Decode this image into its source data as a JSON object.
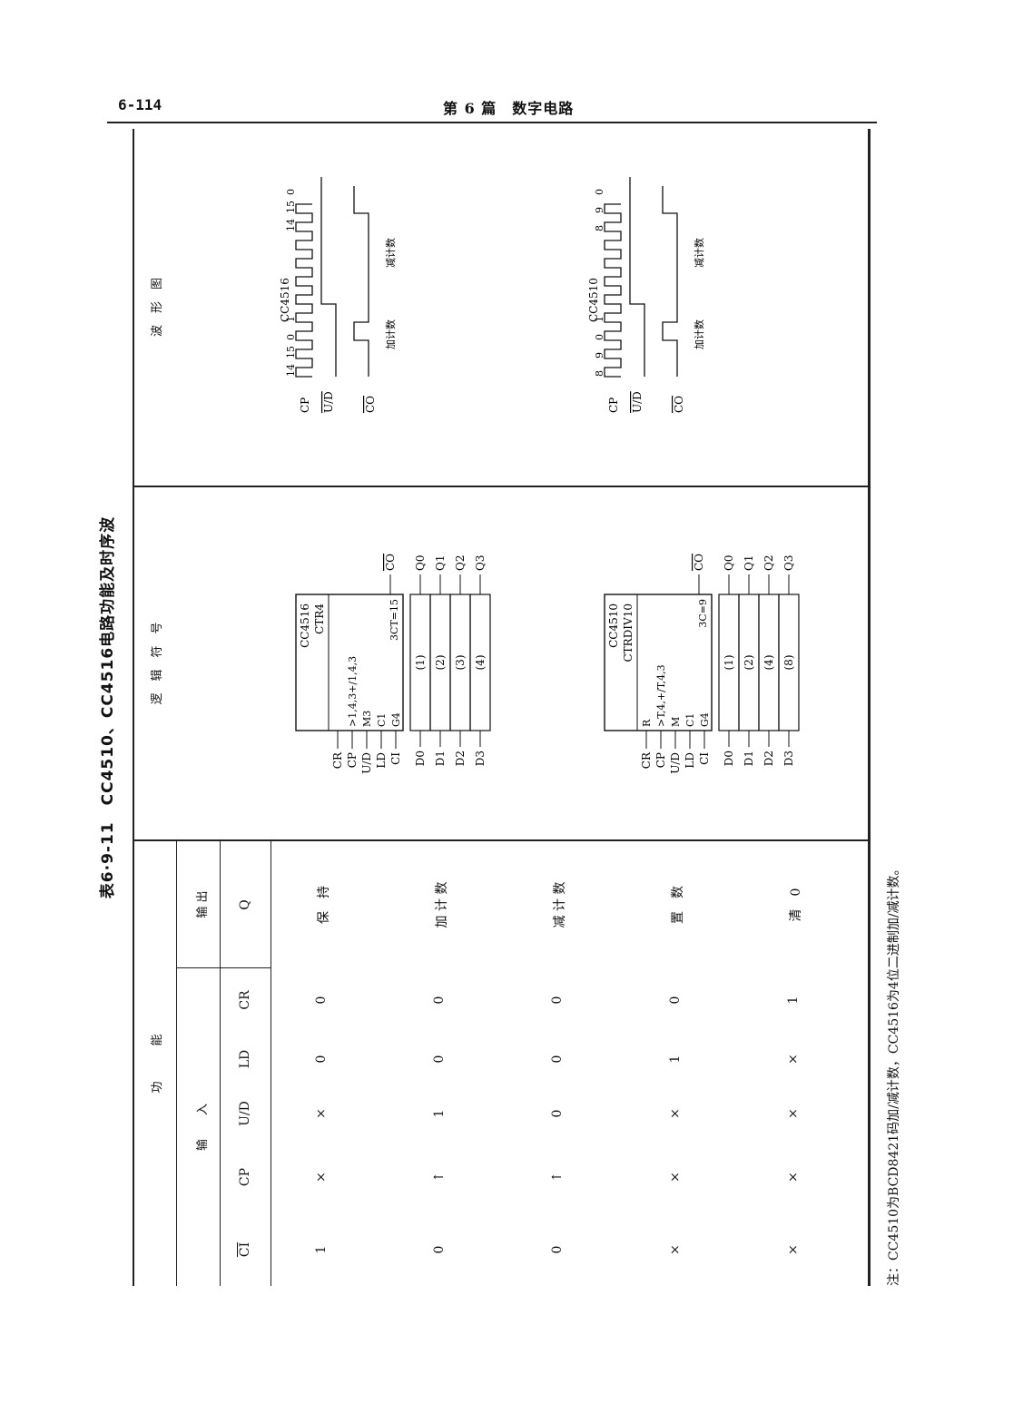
{
  "header": {
    "page_number": "6-114",
    "section": "第 6 篇　数字电路"
  },
  "table": {
    "caption": "表6·9-11　CC4510、CC4516电路功能及时序波",
    "section_headers": {
      "function": "功　　　能",
      "logic_symbol": "逻　辑　符　号",
      "waveform": "波　形　图"
    },
    "group_headers": {
      "input": "输　　入",
      "output": "输 出"
    },
    "columns": [
      "CI",
      "CP",
      "U/D",
      "LD",
      "CR",
      "Q"
    ],
    "rows": [
      {
        "ci": "1",
        "cp": "×",
        "ud": "×",
        "ld": "0",
        "cr": "0",
        "q": "保　持"
      },
      {
        "ci": "0",
        "cp": "↑",
        "ud": "1",
        "ld": "0",
        "cr": "0",
        "q": "加 计 数"
      },
      {
        "ci": "0",
        "cp": "↑",
        "ud": "0",
        "ld": "0",
        "cr": "0",
        "q": "减 计 数"
      },
      {
        "ci": "×",
        "cp": "×",
        "ud": "×",
        "ld": "1",
        "cr": "0",
        "q": "置　数"
      },
      {
        "ci": "×",
        "cp": "×",
        "ud": "×",
        "ld": "×",
        "cr": "1",
        "q": "清　0"
      }
    ],
    "note": "注：CC4510为BCD8421码加/减计数，CC4516为4位二进制加/减计数。"
  },
  "logic_symbols": [
    {
      "chip": "CC4510",
      "title": "CTRDIV10",
      "inputs": [
        "CR",
        "CP",
        "U/D",
        "LD",
        "CI"
      ],
      "pins": [
        "R",
        ">T,4,+/T,4,3",
        "M",
        "C1",
        "G4"
      ],
      "output_pin": "3C=9",
      "carry": "CO",
      "weights": [
        "(1)",
        "(2)",
        "(4)",
        "(8)"
      ],
      "data_in": [
        "D0",
        "D1",
        "D2",
        "D3"
      ],
      "q_out": [
        "Q0",
        "Q1",
        "Q2",
        "Q3"
      ]
    },
    {
      "chip": "CC4516",
      "title": "CTR4",
      "inputs": [
        "CR",
        "CP",
        "U/D",
        "LD",
        "CI"
      ],
      "pins": [
        "",
        ">1,4,3+/1,4,3",
        "M3",
        "C1",
        "G4"
      ],
      "output_pin": "3CT=15",
      "carry": "CO",
      "weights": [
        "(1)",
        "(2)",
        "(3)",
        "(4)"
      ],
      "data_in": [
        "D0",
        "D1",
        "D2",
        "D3"
      ],
      "q_out": [
        "Q0",
        "Q1",
        "Q2",
        "Q3"
      ]
    }
  ],
  "waveforms": [
    {
      "chip": "CC4510",
      "counts": [
        "8",
        "9",
        "0",
        "1",
        "8",
        "9",
        "0"
      ],
      "signals": [
        "CP",
        "U/D",
        "CO"
      ],
      "up": "加计数",
      "down": "减计数"
    },
    {
      "chip": "CC4516",
      "counts": [
        "14",
        "15",
        "0",
        "1",
        "14",
        "15",
        "0"
      ],
      "signals": [
        "CP",
        "U/D",
        "CO"
      ],
      "up": "加计数",
      "down": "减计数"
    }
  ]
}
